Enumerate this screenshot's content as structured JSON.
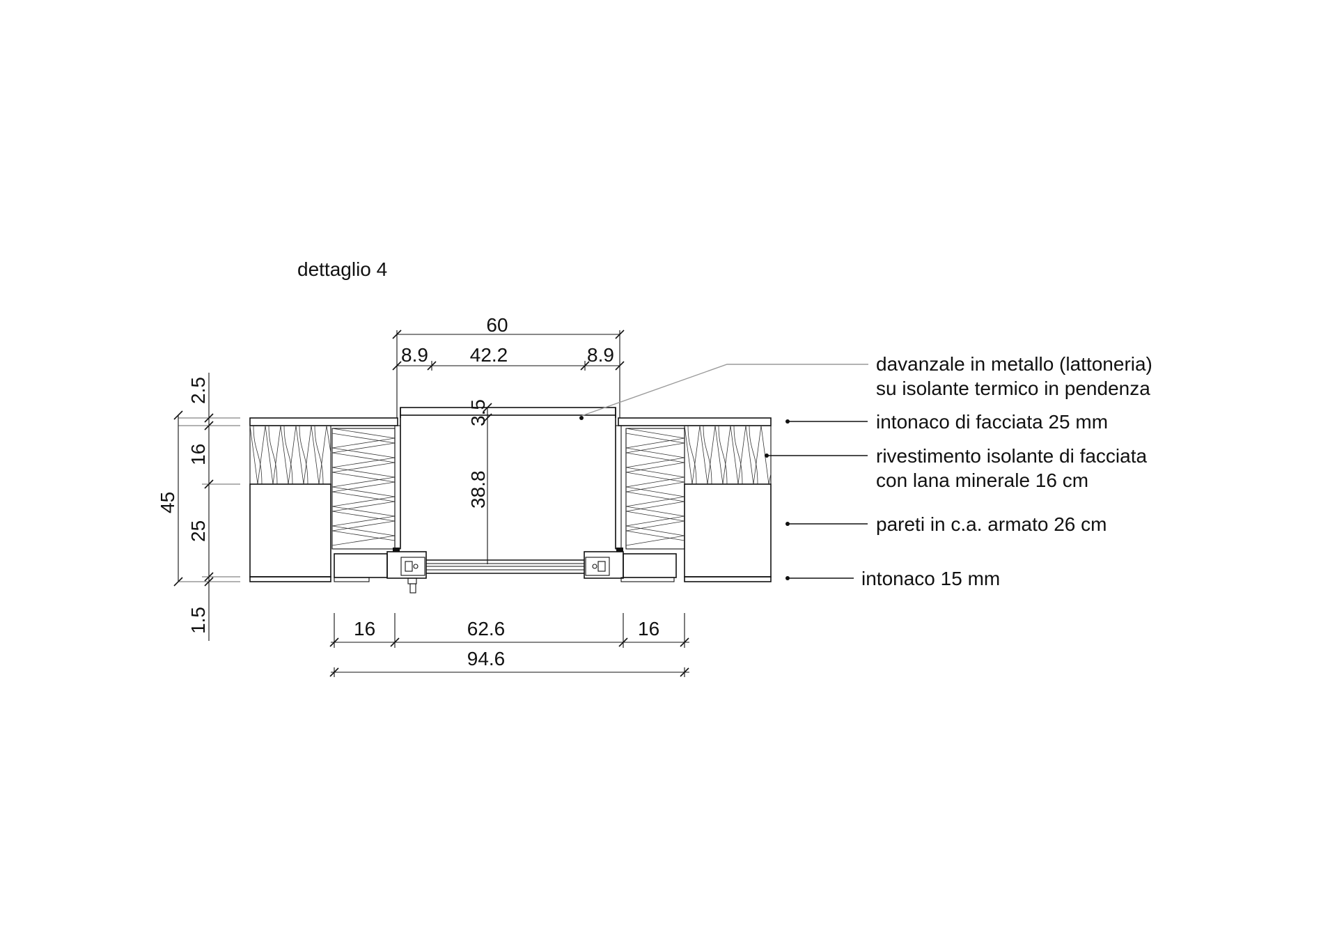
{
  "title": "dettaglio 4",
  "labels": {
    "sill_line1": "davanzale in metallo (lattoneria)",
    "sill_line2": "su isolante termico in pendenza",
    "facade_plaster": "intonaco di facciata 25 mm",
    "insulation_line1": "rivestimento isolante di facciata",
    "insulation_line2": "con lana minerale 16 cm",
    "concrete_wall": "pareti in c.a. armato 26 cm",
    "inner_plaster": "intonaco 15 mm"
  },
  "dimensions": {
    "top_overall": "60",
    "top_left": "8.9",
    "top_middle": "42.2",
    "top_right": "8.9",
    "sill_thickness": "3.5",
    "opening_depth": "38.8",
    "left_overall": "45",
    "left_plaster": "2.5",
    "left_insulation": "16",
    "left_concrete": "25",
    "left_inner_plaster": "1.5",
    "bottom_left": "16",
    "bottom_middle": "62.6",
    "bottom_right": "16",
    "bottom_overall": "94.6"
  },
  "colors": {
    "line": "#111111",
    "leader_grey": "#9a9a9a"
  }
}
